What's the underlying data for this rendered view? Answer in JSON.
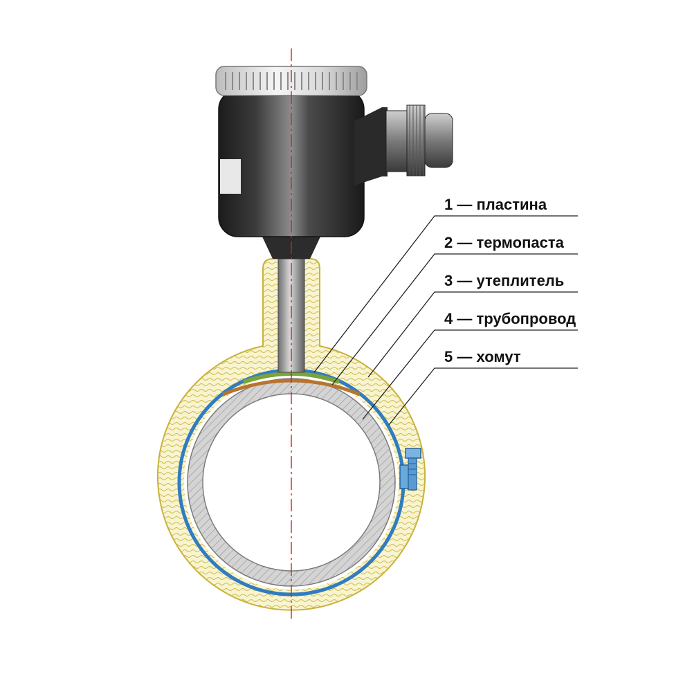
{
  "callouts": [
    {
      "number": "1",
      "dash": "—",
      "text": "пластина"
    },
    {
      "number": "2",
      "dash": "—",
      "text": "термопаста"
    },
    {
      "number": "3",
      "dash": "—",
      "text": "утеплитель"
    },
    {
      "number": "4",
      "dash": "—",
      "text": "трубопровод"
    },
    {
      "number": "5",
      "dash": "—",
      "text": "хомут"
    }
  ],
  "colors": {
    "insulation": "#f7f2c6",
    "insulation_stroke": "#c9b23a",
    "pipe_wall": "#cfcfcf",
    "clamp": "#2f7cc2",
    "thermal_paste": "#7aa33a",
    "plate": "#b8742e",
    "housing_dark": "#2a2a2a",
    "axis_line": "#d81e1e"
  }
}
